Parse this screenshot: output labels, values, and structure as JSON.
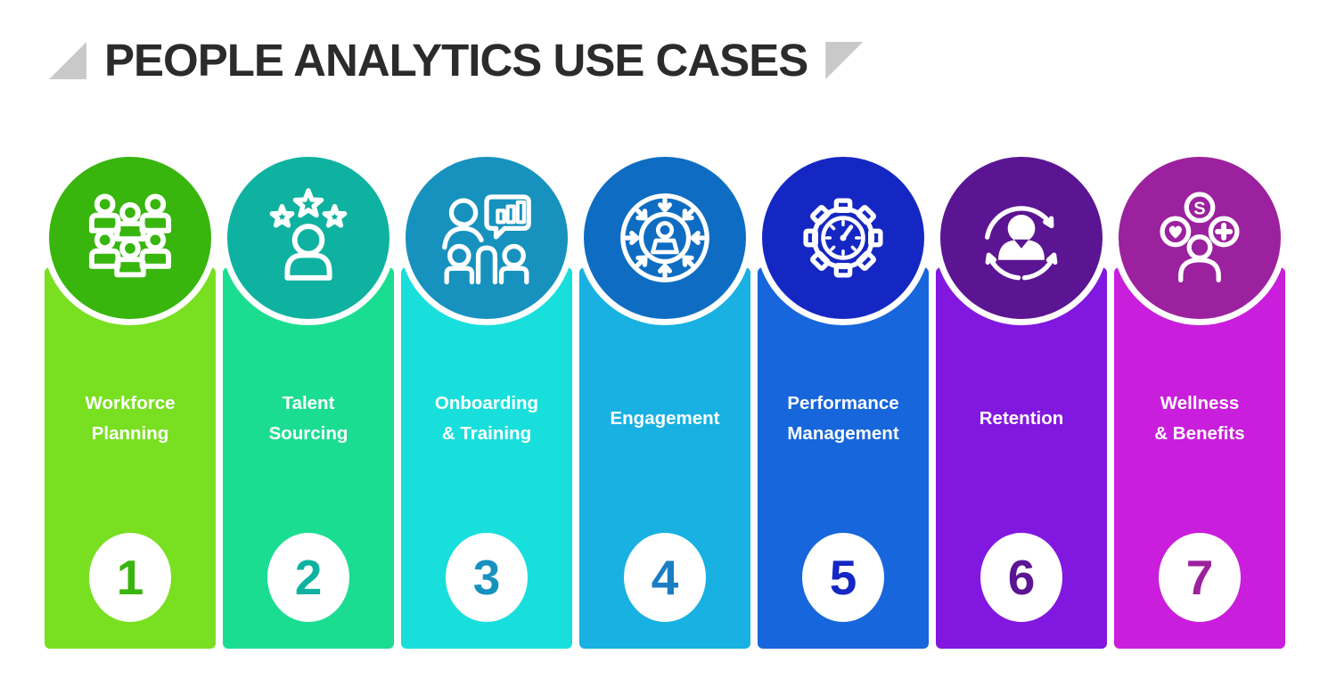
{
  "header": {
    "title": "PEOPLE ANALYTICS USE CASES"
  },
  "colors": {
    "background": "#ffffff",
    "title_text": "#2b2b2b",
    "triangle": "#c9c9c9",
    "label_text": "#ffffff",
    "number_badge_bg": "#ffffff"
  },
  "columns": [
    {
      "number": "1",
      "label_line1": "Workforce",
      "label_line2": "Planning",
      "icon": "people-group-icon",
      "circle_color": "#38b60e",
      "column_color": "#79df21",
      "number_color": "#38b60e"
    },
    {
      "number": "2",
      "label_line1": "Talent",
      "label_line2": "Sourcing",
      "icon": "person-stars-icon",
      "circle_color": "#0fb2a0",
      "column_color": "#1bdd92",
      "number_color": "#0fb2a0"
    },
    {
      "number": "3",
      "label_line1": "Onboarding",
      "label_line2": "& Training",
      "icon": "training-presentation-icon",
      "circle_color": "#1792be",
      "column_color": "#19dfdc",
      "number_color": "#1792be"
    },
    {
      "number": "4",
      "label_line1": "Engagement",
      "label_line2": "",
      "icon": "engagement-arrows-icon",
      "circle_color": "#0e6dc2",
      "column_color": "#18b1e1",
      "number_color": "#1a7ec2"
    },
    {
      "number": "5",
      "label_line1": "Performance",
      "label_line2": "Management",
      "icon": "gear-gauge-icon",
      "circle_color": "#1527c3",
      "column_color": "#1766dc",
      "number_color": "#1527c3"
    },
    {
      "number": "6",
      "label_line1": "Retention",
      "label_line2": "",
      "icon": "person-cycle-icon",
      "circle_color": "#5b1593",
      "column_color": "#8218df",
      "number_color": "#5b1593"
    },
    {
      "number": "7",
      "label_line1": "Wellness",
      "label_line2": "& Benefits",
      "icon": "wellness-benefits-icon",
      "circle_color": "#9c219e",
      "column_color": "#c91edc",
      "number_color": "#9c219e"
    }
  ]
}
